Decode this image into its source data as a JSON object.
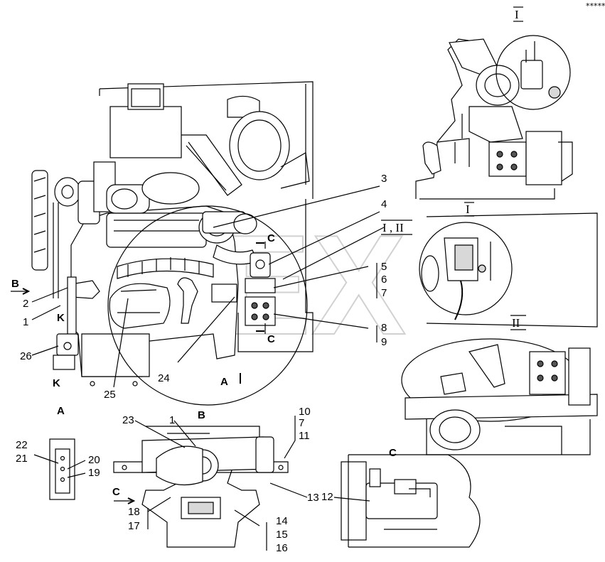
{
  "stamp": "*****",
  "watermark": "DEX",
  "view_labels": {
    "A": "A",
    "B": "B",
    "C": "C",
    "roman_I_top": "I",
    "roman_I_mid": "I",
    "roman_II": "II",
    "roman_I_II": "I , II"
  },
  "section_markers": {
    "C_top": "C",
    "C_bottom": "C",
    "B_arrow": "B",
    "K_top": "K",
    "K_bottom": "K",
    "A_arrow": "A",
    "C_arrow": "C"
  },
  "callouts": {
    "n1": "1",
    "n2": "2",
    "n3": "3",
    "n4": "4",
    "n5": "5",
    "n6": "6",
    "n7": "7",
    "n8": "8",
    "n9": "9",
    "n24": "24",
    "n25": "25",
    "n26": "26",
    "b23": "23",
    "b1": "1",
    "b10": "10",
    "b7": "7",
    "b11": "11",
    "b13": "13",
    "b14": "14",
    "b15": "15",
    "b16": "16",
    "b17": "17",
    "b18": "18",
    "a22": "22",
    "a21": "21",
    "a20": "20",
    "a19": "19",
    "c12": "12"
  },
  "colors": {
    "line": "#000000",
    "fill_light": "#d8d8d8",
    "watermark": "#9a9a9a"
  }
}
